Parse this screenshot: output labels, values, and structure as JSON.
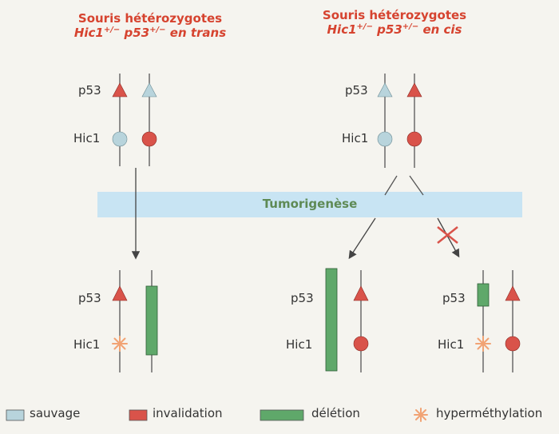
{
  "titles": {
    "trans": {
      "line1": "Souris hétérozygotes",
      "line2": "Hic1+/- p53+/- en trans"
    },
    "cis": {
      "line1": "Souris hétérozygotes",
      "line2": "Hic1+/- p53+/- en cis"
    }
  },
  "labels": {
    "p53": "p53",
    "hic1": "Hic1"
  },
  "band": {
    "label": "Tumorigenèse"
  },
  "legend": {
    "sauvage": "sauvage",
    "invalidation": "invalidation",
    "deletion": "délétion",
    "hypermethylation": "hyperméthylation"
  },
  "colors": {
    "wild": "#b8d4dc",
    "invalid": "#d9534a",
    "deletion": "#5fa86a",
    "hypermeth": "#f1a374",
    "title": "#d6432f",
    "band": "#c8e4f3"
  }
}
